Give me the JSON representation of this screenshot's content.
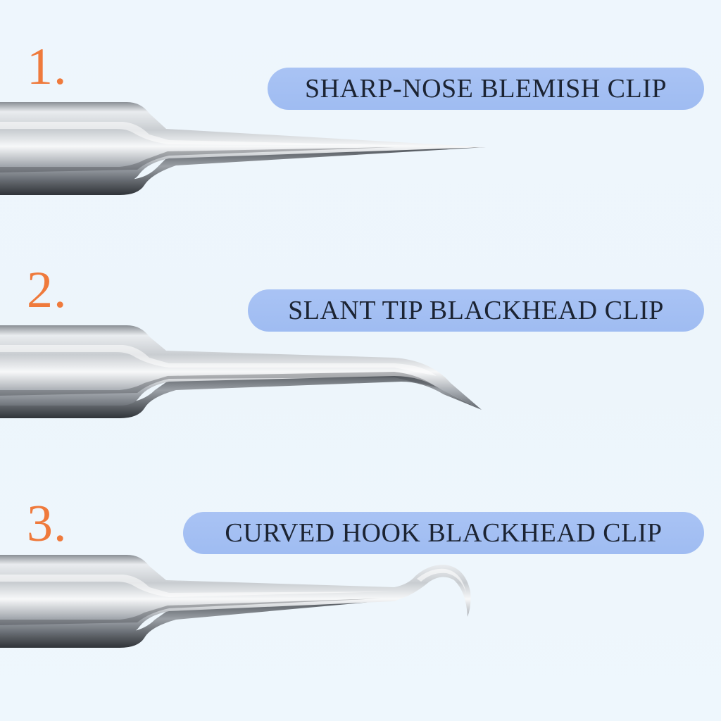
{
  "items": [
    {
      "number": "1.",
      "label": "SHARP-NOSE BLEMISH CLIP",
      "tool_icon": "sharp-nose-tweezer-icon"
    },
    {
      "number": "2.",
      "label": "SLANT TIP BLACKHEAD CLIP",
      "tool_icon": "slant-tip-tweezer-icon"
    },
    {
      "number": "3.",
      "label": "CURVED HOOK BLACKHEAD CLIP",
      "tool_icon": "curved-hook-tweezer-icon"
    }
  ],
  "colors": {
    "background": "#eef6fc",
    "number": "#ef7a3c",
    "pill": "#a3bff3",
    "label_text": "#1c2433"
  }
}
